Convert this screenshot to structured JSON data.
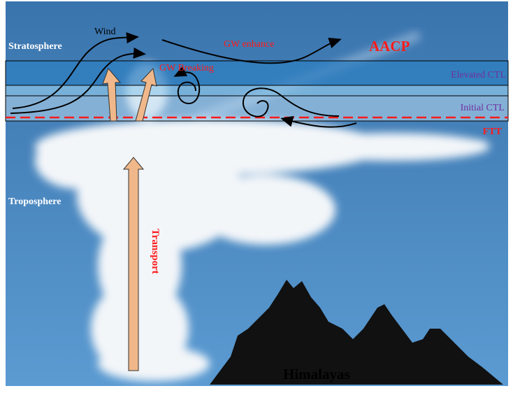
{
  "labels": {
    "stratosphere": "Stratosphere",
    "troposphere": "Troposphere",
    "wind": "Wind",
    "gw_enhance": "GW enhance",
    "aacp": "AACP",
    "gw_breaking": "GW Breaking",
    "elevated_ctl": "Elevated CTL",
    "initial_ctl": "Initial CTL",
    "ftt": "FTT",
    "transport": "Transport",
    "himalayas": "Himalayas"
  },
  "colors": {
    "sky_top": "#3a74ad",
    "sky_bottom": "#5b9bd2",
    "red": "#ff1a1a",
    "purple": "#7030a0",
    "arrow_fill": "#f0b88a"
  }
}
